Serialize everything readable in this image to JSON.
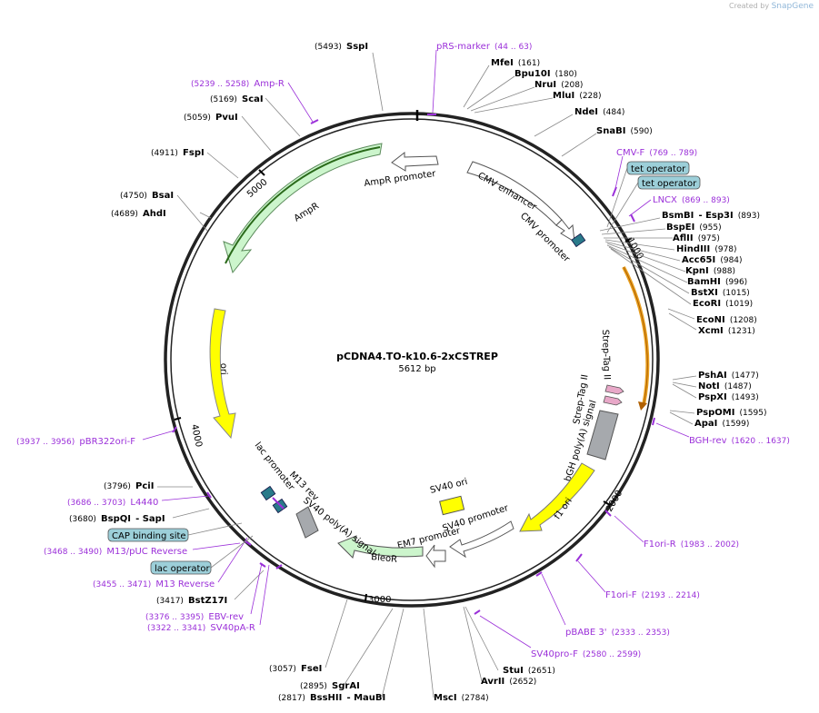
{
  "header": {
    "credit_prefix": "Created by",
    "credit_brand": "SnapGene"
  },
  "plasmid": {
    "name": "pCDNA4.TO-k10.6-2xCSTREP",
    "length": "5612 bp"
  },
  "ticks": [
    "1000",
    "2000",
    "3000",
    "4000",
    "5000"
  ],
  "enzymes": [
    {
      "name": "SspI",
      "pos": "(5493)"
    },
    {
      "name": "MfeI",
      "pos": "(161)"
    },
    {
      "name": "Bpu10I",
      "pos": "(180)"
    },
    {
      "name": "NruI",
      "pos": "(208)"
    },
    {
      "name": "MluI",
      "pos": "(228)"
    },
    {
      "name": "NdeI",
      "pos": "(484)"
    },
    {
      "name": "SnaBI",
      "pos": "(590)"
    },
    {
      "name": "BsmBI",
      "pos": ""
    },
    {
      "name": "- Esp3I",
      "pos": "(893)"
    },
    {
      "name": "BspEI",
      "pos": "(955)"
    },
    {
      "name": "AflII",
      "pos": "(975)"
    },
    {
      "name": "HindIII",
      "pos": "(978)"
    },
    {
      "name": "Acc65I",
      "pos": "(984)"
    },
    {
      "name": "KpnI",
      "pos": "(988)"
    },
    {
      "name": "BamHI",
      "pos": "(996)"
    },
    {
      "name": "BstXI",
      "pos": "(1015)"
    },
    {
      "name": "EcoRI",
      "pos": "(1019)"
    },
    {
      "name": "EcoNI",
      "pos": "(1208)"
    },
    {
      "name": "XcmI",
      "pos": "(1231)"
    },
    {
      "name": "PshAI",
      "pos": "(1477)"
    },
    {
      "name": "NotI",
      "pos": "(1487)"
    },
    {
      "name": "PspXI",
      "pos": "(1493)"
    },
    {
      "name": "PspOMI",
      "pos": "(1595)"
    },
    {
      "name": "ApaI",
      "pos": "(1599)"
    },
    {
      "name": "StuI",
      "pos": "(2651)"
    },
    {
      "name": "AvrII",
      "pos": "(2652)"
    },
    {
      "name": "MscI",
      "pos": "(2784)"
    },
    {
      "name": "BssHII",
      "pos": "(2817)"
    },
    {
      "name": "- MauBI",
      "pos": ""
    },
    {
      "name": "SgrAI",
      "pos": "(2895)"
    },
    {
      "name": "FseI",
      "pos": "(3057)"
    },
    {
      "name": "BstZ17I",
      "pos": "(3417)"
    },
    {
      "name": "BspQI",
      "pos": "(3680)"
    },
    {
      "name": "- SapI",
      "pos": ""
    },
    {
      "name": "PciI",
      "pos": "(3796)"
    },
    {
      "name": "AhdI",
      "pos": "(4689)"
    },
    {
      "name": "BsaI",
      "pos": "(4750)"
    },
    {
      "name": "FspI",
      "pos": "(4911)"
    },
    {
      "name": "PvuI",
      "pos": "(5059)"
    },
    {
      "name": "ScaI",
      "pos": "(5169)"
    }
  ],
  "primers": [
    {
      "name": "pRS-marker",
      "pos": "(44 .. 63)"
    },
    {
      "name": "CMV-F",
      "pos": "(769 .. 789)"
    },
    {
      "name": "LNCX",
      "pos": "(869 .. 893)"
    },
    {
      "name": "BGH-rev",
      "pos": "(1620 .. 1637)"
    },
    {
      "name": "F1ori-R",
      "pos": "(1983 .. 2002)"
    },
    {
      "name": "F1ori-F",
      "pos": "(2193 .. 2214)"
    },
    {
      "name": "pBABE 3'",
      "pos": "(2333 .. 2353)"
    },
    {
      "name": "SV40pro-F",
      "pos": "(2580 .. 2599)"
    },
    {
      "name": "SV40pA-R",
      "pos": "(3322 .. 3341)"
    },
    {
      "name": "EBV-rev",
      "pos": "(3376 .. 3395)"
    },
    {
      "name": "M13 Reverse",
      "pos": "(3455 .. 3471)"
    },
    {
      "name": "M13/pUC Reverse",
      "pos": "(3468 .. 3490)"
    },
    {
      "name": "L4440",
      "pos": "(3686 .. 3703)"
    },
    {
      "name": "pBR322ori-F",
      "pos": "(3937 .. 3956)"
    },
    {
      "name": "Amp-R",
      "pos": "(5239 .. 5258)"
    }
  ],
  "boxed_labels": [
    "tet operator",
    "tet operator",
    "CAP binding site",
    "lac operator"
  ],
  "features": [
    "CMV enhancer",
    "CMV promoter",
    "Strep-Tag II",
    "Strep-Tag II",
    "bGH poly(A) signal",
    "f1 ori",
    "SV40 promoter",
    "SV40 ori",
    "EM7 promoter",
    "BleoR",
    "SV40 poly(A) signal",
    "M13 rev",
    "lac promoter",
    "ori",
    "AmpR",
    "AmpR promoter"
  ],
  "colors": {
    "primer": "#9b30d9",
    "ampr": "#ccf5cc",
    "ori": "#ffff00",
    "gray_feature": "#a6a9ad",
    "boxed": "#9ccfd9",
    "orange_orf": "#e8a020"
  }
}
